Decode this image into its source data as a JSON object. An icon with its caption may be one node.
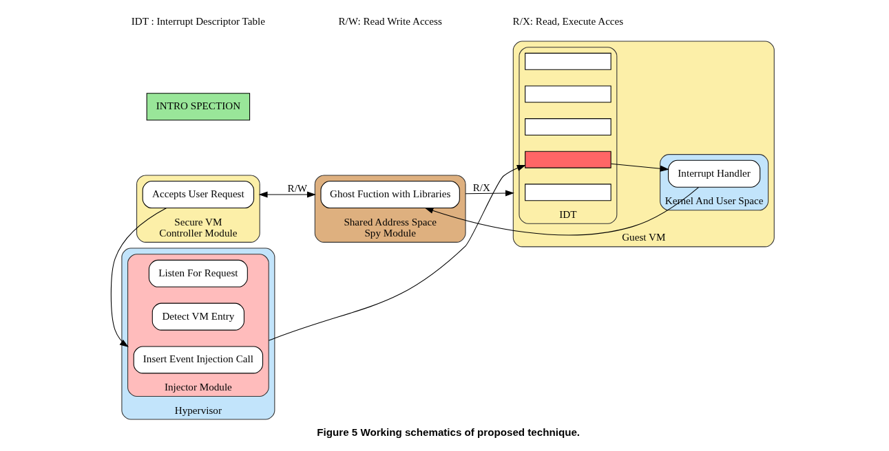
{
  "diagram": {
    "caption": "Figure 5 Working schematics of proposed technique.",
    "nodes": [
      {
        "text": [
          "Secure VM",
          "Controller Module"
        ]
      },
      {
        "text": [
          "Accepts User Request"
        ],
        "in": 0
      },
      {
        "text": [
          "Shared Address Space",
          "Spy Module"
        ]
      },
      {
        "text": [
          "Ghost Fuction with Libraries"
        ],
        "in": 2
      },
      {
        "text": [
          "Guest VM"
        ]
      },
      {
        "text": [
          "Kernel And User Space"
        ],
        "in": 4
      },
      {
        "text": [
          "Interrupt Handler"
        ],
        "in": 5
      },
      {
        "text": [
          "IDT"
        ],
        "in": 4
      },
      {
        "text": [],
        "shape": "bar",
        "in": 7
      },
      {
        "text": [],
        "shape": "bar",
        "in": 7
      },
      {
        "text": [],
        "shape": "bar",
        "in": 7
      },
      {
        "text": [],
        "shape": "bar",
        "in": 7
      },
      {
        "text": [],
        "shape": "bar",
        "in": 7
      },
      {
        "text": [
          "Hypervisor"
        ]
      },
      {
        "text": [
          "Injector Module"
        ],
        "in": 13
      },
      {
        "text": [
          "Listen For Request"
        ],
        "in": 14
      },
      {
        "text": [
          "Detect VM Entry"
        ],
        "in": 14
      },
      {
        "text": [
          "Insert Event Injection Call"
        ],
        "in": 14
      },
      {
        "text": [
          "INTRO SPECTION"
        ]
      }
    ],
    "edges": [
      {
        "from": 1,
        "to": 14,
        "arrow": "to"
      },
      {
        "from": 14,
        "to": 11,
        "arrow": "to"
      },
      {
        "from": 11,
        "to": 6,
        "arrow": "to"
      },
      {
        "from": 6,
        "to": 3,
        "arrow": "to"
      },
      {
        "from": 0,
        "to": 2,
        "arrow": "both",
        "label": "R/W"
      },
      {
        "from": 2,
        "to": 4,
        "arrow": "to",
        "label": "R/X"
      }
    ],
    "labels": [
      "IDT : Interrupt Descriptor Table",
      "R/W: Read Write Access",
      "R/X: Read, Execute Acces"
    ]
  }
}
